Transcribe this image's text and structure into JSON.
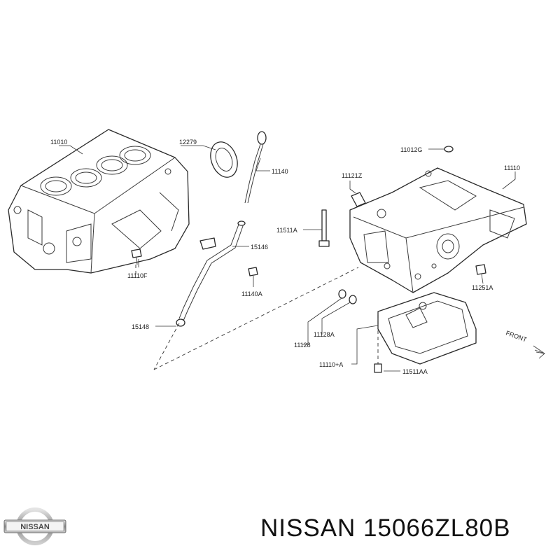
{
  "callouts": {
    "c11010": "11010",
    "c12279": "12279",
    "c11140": "11140",
    "c15146": "15146",
    "c11110F": "11110F",
    "c11140A": "11140A",
    "c15148": "15148",
    "c11012G": "11012G",
    "c11121Z": "11121Z",
    "c11110": "11110",
    "c11511A": "11511A",
    "c11251A": "11251A",
    "c11128A": "11128A",
    "c11128": "11128",
    "c11110A": "11110+A",
    "c11511AA": "11511AA",
    "front": "FRONT"
  },
  "footer": {
    "brand": "NISSAN",
    "part_number": "15066ZL80B",
    "title": "NISSAN 15066ZL80B"
  },
  "logo": {
    "text": "NISSAN"
  },
  "colors": {
    "line": "#2a2a2a",
    "text": "#111111",
    "logo_silver": "#9a9a9a"
  },
  "icons": [
    "front-arrow-icon",
    "nissan-logo-icon"
  ]
}
